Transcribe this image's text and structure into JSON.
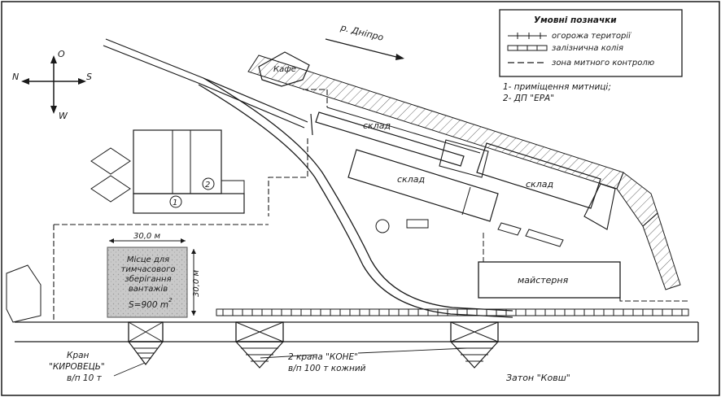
{
  "compass": {
    "north": "N",
    "south": "S",
    "east": "O",
    "west": "W"
  },
  "river": {
    "label": "р. Дніпро"
  },
  "legend": {
    "title": "Умовні позначки",
    "items": [
      {
        "label": "огорожа території"
      },
      {
        "label": "залізнична колія"
      },
      {
        "label": "зона митного контролю"
      }
    ],
    "notes": [
      "1- приміщення митниці;",
      "2- ДП \"ЕРА\""
    ]
  },
  "buildings": {
    "cafe": "Кафе",
    "warehouse_top": "склад",
    "warehouse_mid": "склад",
    "warehouse_right": "склад",
    "workshop": "майстерня",
    "marker1": "1",
    "marker2": "2"
  },
  "storage_area": {
    "width_label": "30,0 м",
    "height_label": "30,0 м",
    "text_lines": [
      "Місце для",
      "тимчасового",
      "зберігання",
      "вантажів"
    ],
    "area_label": "S=900 m",
    "area_sup": "2"
  },
  "cranes": {
    "kirovets_name": "Кран",
    "kirovets_model": "\"КИРОВЕЦЬ\"",
    "kirovets_capacity": "в/п 10 т",
    "kone_name": "2 крана \"КОНЕ\"",
    "kone_capacity": "в/п 100 т  кожний"
  },
  "basin": {
    "label": "Затон \"Ковш\""
  }
}
